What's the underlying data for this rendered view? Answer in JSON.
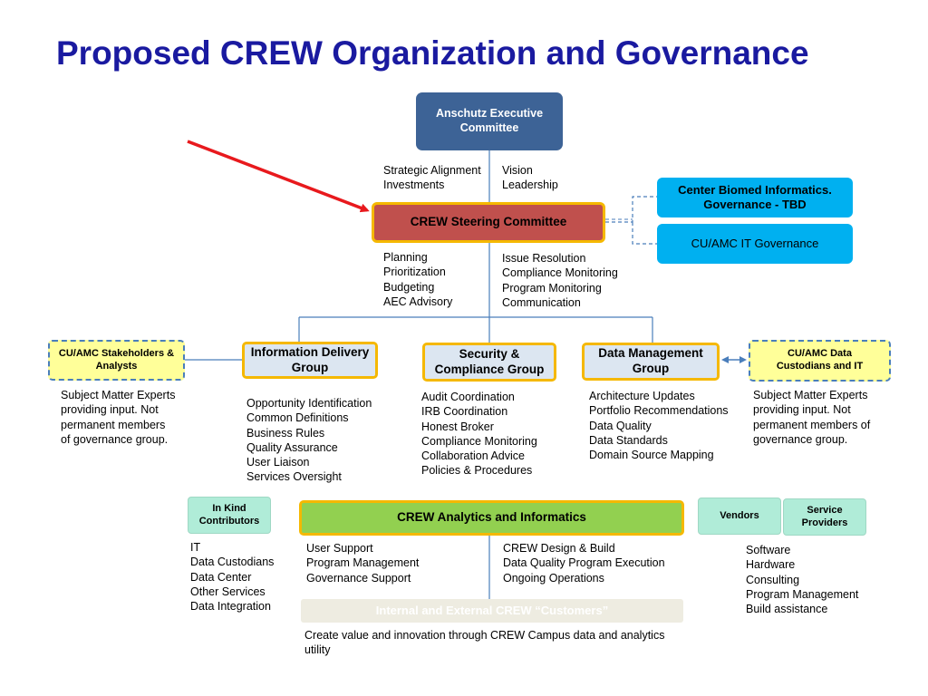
{
  "title": "Proposed CREW Organization and Governance",
  "exec": "Anschutz Executive Committee",
  "exec_left_text": "Strategic Alignment\nInvestments",
  "exec_right_text": "Vision\nLeadership",
  "steering": "CREW Steering Committee",
  "center_biomed": "Center Biomed Informatics. Governance - TBD",
  "it_gov": "CU/AMC IT Governance",
  "steering_left_text": "Planning\nPrioritization\nBudgeting\nAEC Advisory",
  "steering_right_text": "Issue Resolution\nCompliance Monitoring\nProgram Monitoring\nCommunication",
  "stakeholders": "CU/AMC Stakeholders & Analysts",
  "stakeholders_text": "Subject Matter Experts\nproviding input. Not\npermanent members\nof governance group.",
  "info_delivery": "Information Delivery Group",
  "info_delivery_text": "Opportunity Identification\nCommon Definitions\nBusiness Rules\nQuality Assurance\nUser Liaison\nServices Oversight",
  "security": "Security & Compliance Group",
  "security_text": "Audit Coordination\nIRB Coordination\nHonest Broker\nCompliance Monitoring\nCollaboration Advice\nPolicies & Procedures",
  "data_mgmt": "Data Management Group",
  "data_mgmt_text": "Architecture Updates\nPortfolio Recommendations\nData Quality\nData Standards\nDomain Source Mapping",
  "custodians": "CU/AMC Data Custodians  and IT",
  "custodians_text": "Subject Matter Experts\nproviding input. Not\npermanent members of\ngovernance group.",
  "in_kind": "In Kind Contributors",
  "in_kind_text": "IT\nData Custodians\nData Center\nOther Services\nData Integration",
  "analytics": "CREW Analytics and Informatics",
  "analytics_left_text": "User Support\nProgram Management\nGovernance Support",
  "analytics_right_text": "CREW Design & Build\nData Quality Program Execution\nOngoing Operations",
  "vendors": "Vendors",
  "service_providers": "Service Providers",
  "vendors_text": "Software\nHardware\nConsulting\nProgram Management\nBuild assistance",
  "customers": "Internal and External CREW “Customers”",
  "customers_text": "Create value and innovation through CREW Campus data and analytics utility",
  "colors": {
    "title": "#1a1aa0",
    "exec_box": "#3d6396",
    "steering_box": "#c0504d",
    "orange_border": "#f5b800",
    "blue_box": "#00b0f0",
    "group_fill": "#dce6f1",
    "yellow_fill": "#ffff99",
    "analytics_fill": "#92d050",
    "mint_fill": "#b0ecd8",
    "customers_fill": "#eeece1",
    "arrow_red": "#e8191d",
    "line_blue": "#4a7ebb"
  }
}
